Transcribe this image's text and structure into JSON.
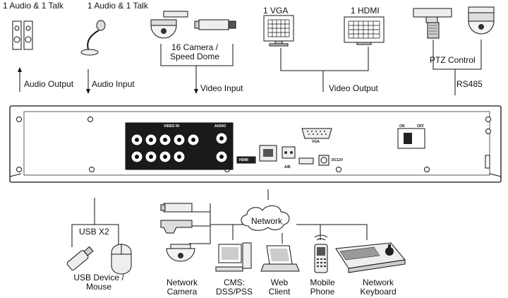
{
  "top_labels": {
    "audio_talk_left": "1 Audio  & 1 Talk",
    "audio_talk_right": "1 Audio & 1 Talk",
    "camera_line1": "16  Camera /",
    "camera_line2": "Speed Dome",
    "vga": "1 VGA",
    "hdmi": "1 HDMI",
    "ptz_control": "PTZ Control"
  },
  "connection_labels": {
    "audio_output": "Audio  Output",
    "audio_input": "Audio  Input",
    "video_input": "Video Input",
    "video_output": "Video Output",
    "rs485": "RS485"
  },
  "panel_labels": {
    "video_in": "VIDEO IN",
    "audio": "AUDIO",
    "vga": "VGA",
    "hdmi": "HDMI",
    "alarm": "A/B",
    "dc": "DC12V",
    "on": "ON",
    "off": "OFF"
  },
  "bottom_labels": {
    "usb": "USB X2",
    "usb_device_line1": "USB Device /",
    "usb_device_line2": "Mouse",
    "network": "Network",
    "network_camera_line1": "Network",
    "network_camera_line2": "Camera",
    "cms_line1": "CMS:",
    "cms_line2": "DSS/PSS",
    "web_client_line1": "Web",
    "web_client_line2": "Client",
    "mobile_line1": "Mobile",
    "mobile_line2": "Phone",
    "keyboard_line1": "Network",
    "keyboard_line2": "Keyboard"
  }
}
